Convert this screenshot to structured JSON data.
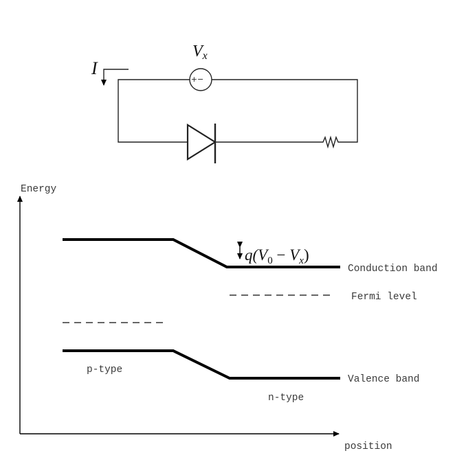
{
  "circuit": {
    "current_label": "I",
    "source_label_main": "V",
    "source_label_sub": "x",
    "source_polarity": "+−"
  },
  "band_diagram": {
    "y_axis_label": "Energy",
    "x_axis_label": "position",
    "conduction_band_label": "Conduction band",
    "fermi_level_label": "Fermi level",
    "valence_band_label": "Valence band",
    "p_region_label": "p-type",
    "n_region_label": "n-type",
    "barrier_label": {
      "q": "q(",
      "v0": "V",
      "v0_sub": "0",
      "minus": " − ",
      "vx": "V",
      "vx_sub": "x",
      "close": ")"
    }
  }
}
